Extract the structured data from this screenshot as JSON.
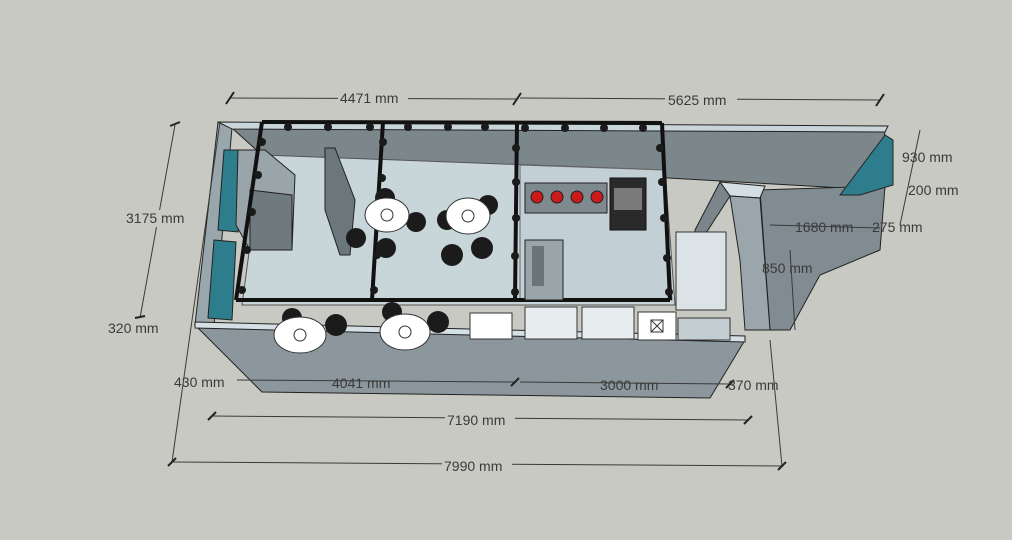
{
  "dimensions": {
    "top_left": "4471 mm",
    "top_right": "5625 mm",
    "depth_left": "3175 mm",
    "left_small": "320 mm",
    "bottom_left_small": "430 mm",
    "bottom_seating": "4041 mm",
    "bottom_kitchen": "3000 mm",
    "bottom_right_small": "370 mm",
    "inner_total": "7190 mm",
    "outer_total": "7990 mm",
    "right_930": "930 mm",
    "right_200": "200 mm",
    "right_1680": "1680 mm",
    "right_275": "275 mm",
    "right_850": "850 mm"
  },
  "colors": {
    "background": "#c9c9c3",
    "wall": "#8e9aa0",
    "wall_top": "#b9c8cd",
    "floor": "#c5d2d7",
    "glass": "#2f7f8f",
    "frame": "#111111",
    "burner": "#d01818"
  }
}
